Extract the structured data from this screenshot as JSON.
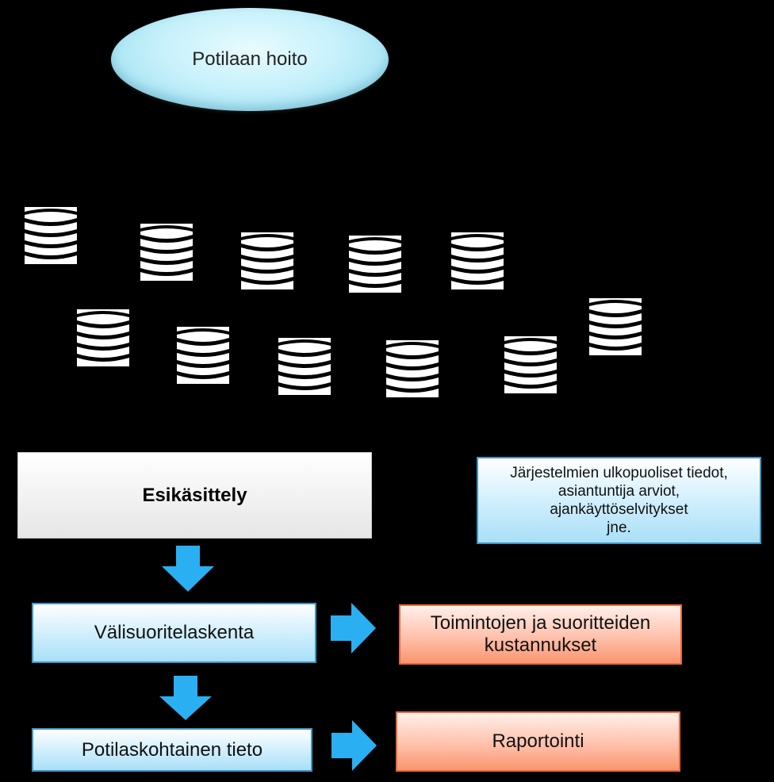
{
  "nodes": {
    "patient_care": "Potilaan hoito",
    "preprocessing": "Esikäsittely",
    "external_data": {
      "lines": [
        "Järjestelmien ulkopuoliset tiedot,",
        "asiantuntija arviot,",
        "ajankäyttöselvitykset",
        "jne."
      ]
    },
    "intermediate_calc": "Välisuoritelaskenta",
    "costs": {
      "lines": [
        "Toimintojen ja suoritteiden",
        "kustannukset"
      ]
    },
    "patient_data": "Potilaskohtainen tieto",
    "reporting": "Raportointi"
  },
  "colors": {
    "background": "#000000",
    "arrow": "#2ab0f2",
    "blue_border": "#3f94c4",
    "orange_border": "#e56a3a"
  },
  "icons": {
    "database": "database-icon",
    "arrow": "arrow-icon"
  }
}
